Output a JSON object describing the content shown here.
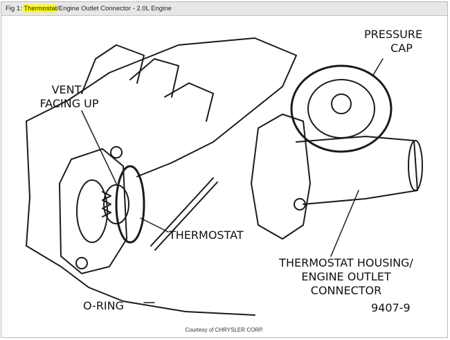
{
  "title": {
    "prefix": "Fig 1: ",
    "highlight": "Thermostat",
    "rest": "/Engine Outlet Connector - 2.0L Engine"
  },
  "labels": {
    "pressure_cap_1": "PRESSURE",
    "pressure_cap_2": "CAP",
    "vent_1": "VENT",
    "vent_2": "FACING UP",
    "thermostat": "THERMOSTAT",
    "housing_1": "THERMOSTAT HOUSING/",
    "housing_2": "ENGINE OUTLET",
    "housing_3": "CONNECTOR",
    "oring": "O-RING",
    "fig_number": "9407-9"
  },
  "caption": "Courtesy of CHRYSLER CORP.",
  "colors": {
    "highlight": "#ffff00",
    "title_bg": "#e7e7e7",
    "ink": "#111111"
  }
}
